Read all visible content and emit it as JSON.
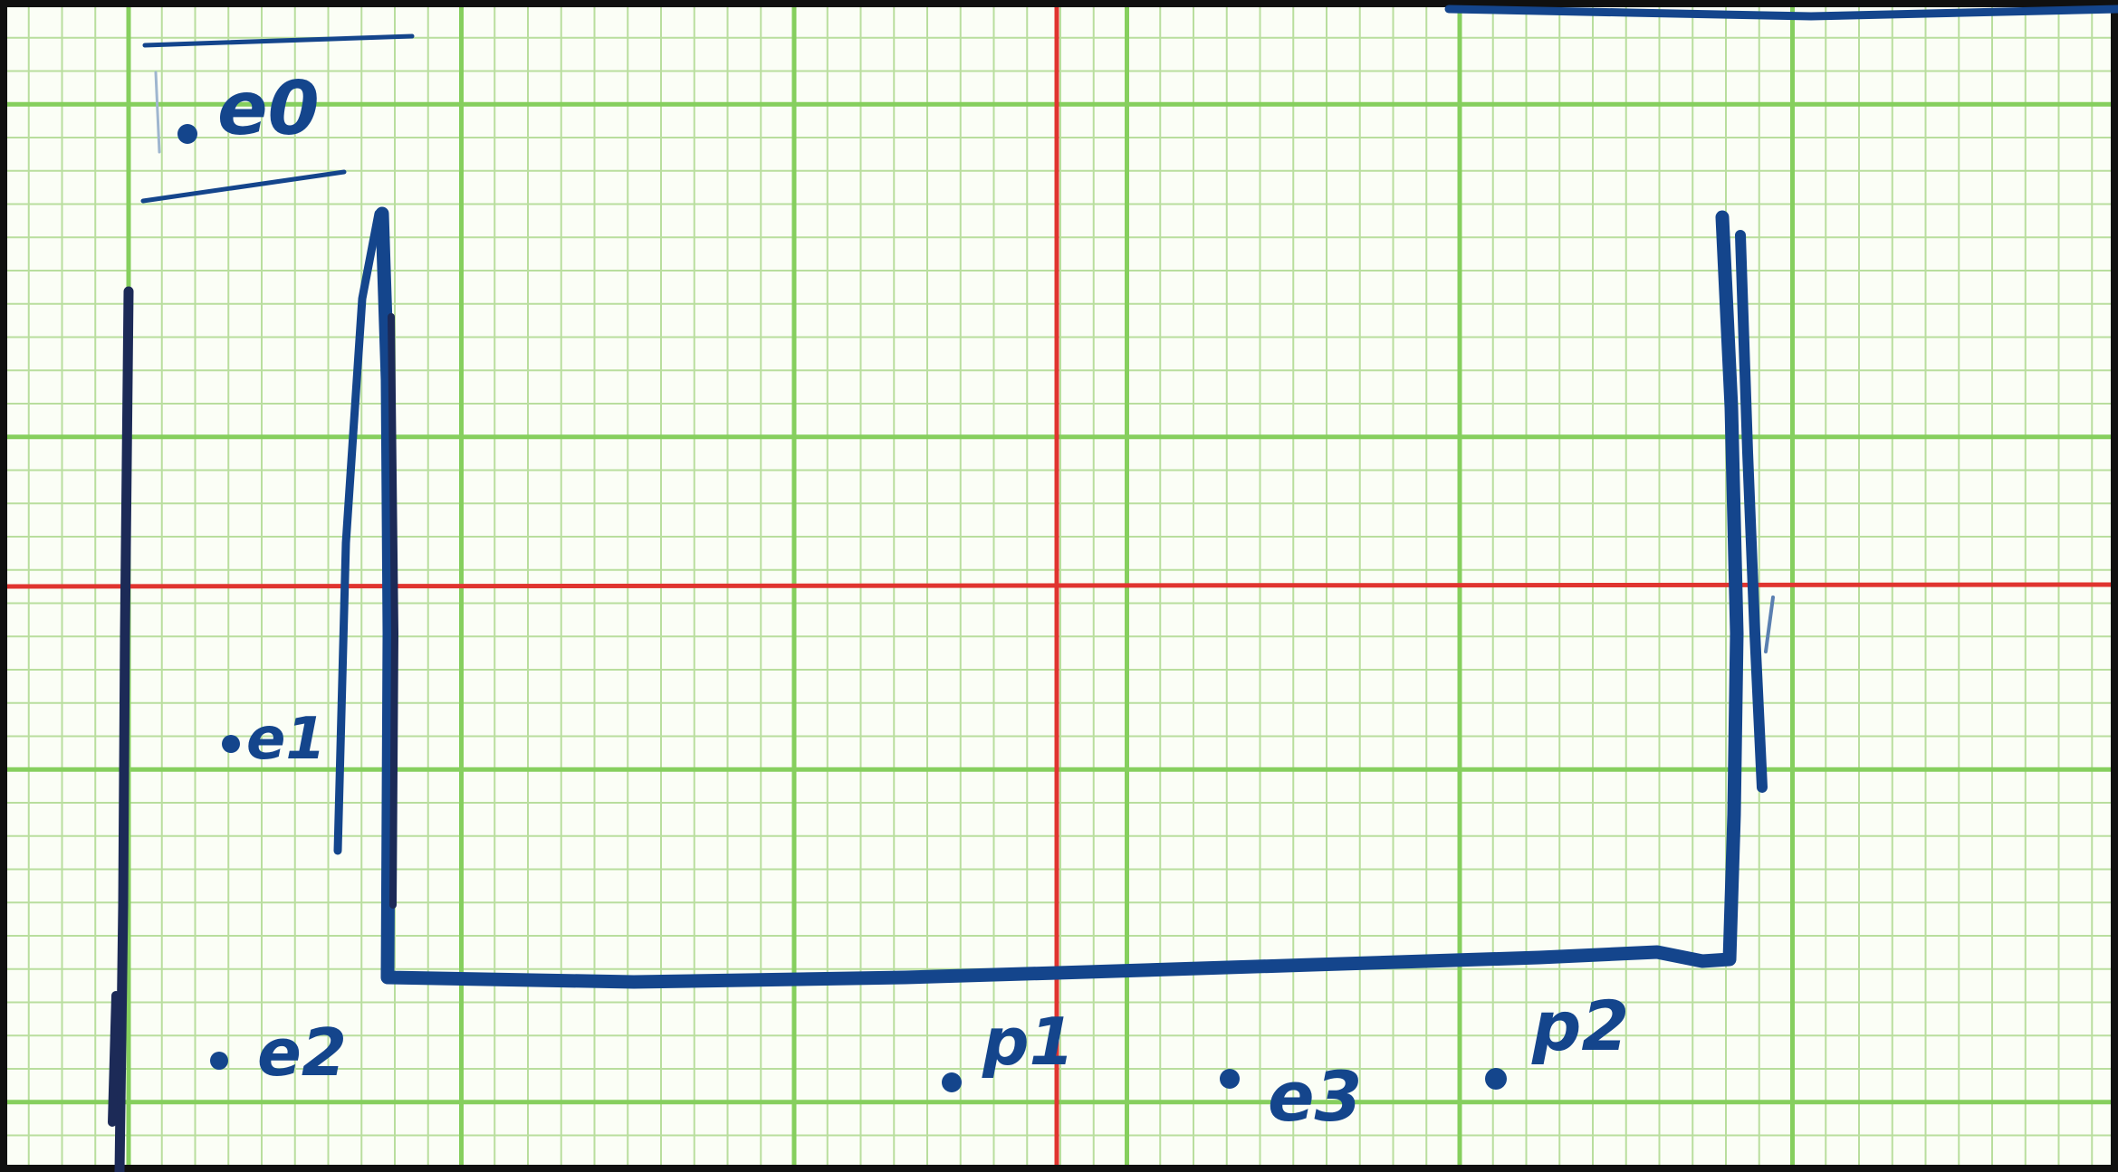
{
  "labels": {
    "e0": "e0",
    "e1": "e1",
    "e2": "e2",
    "e3": "e3",
    "p1": "p1",
    "p2": "p2"
  },
  "colors": {
    "paper": "#fbfef6",
    "grid_minor": "#b9de9e",
    "grid_major": "#86cf5e",
    "axis_red": "#e0342f",
    "ink_blue": "#14458c",
    "ink_dark": "#1c2a57",
    "border": "#101010"
  },
  "icons": {
    "dot": "filled-circle-marker"
  }
}
